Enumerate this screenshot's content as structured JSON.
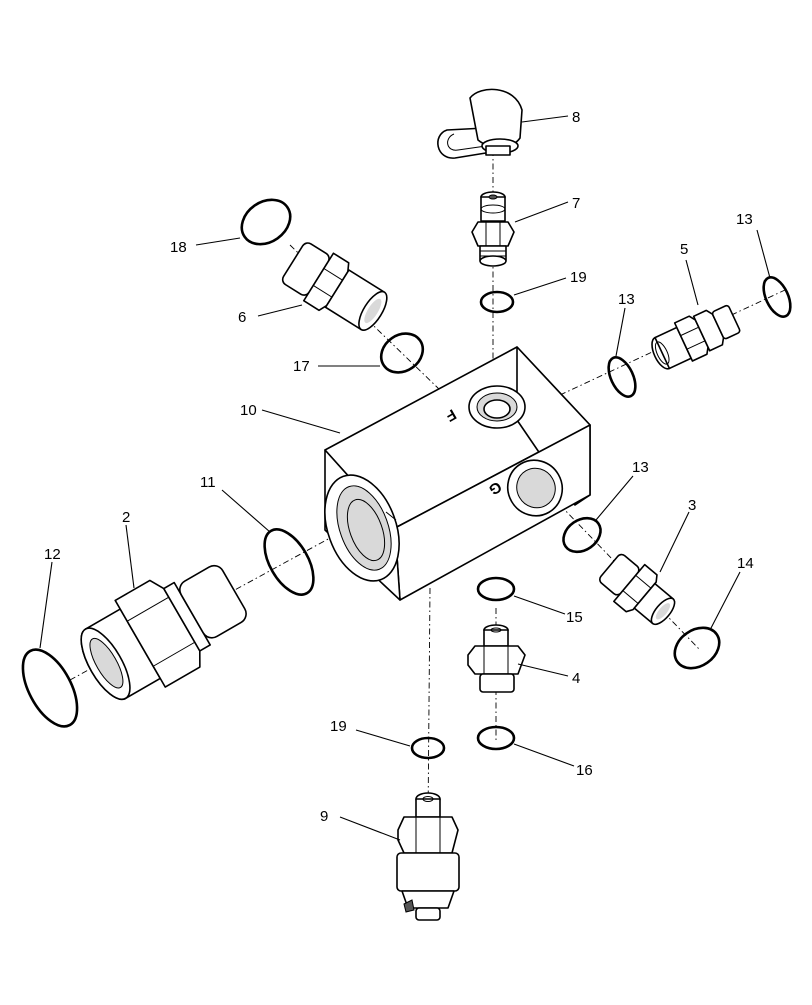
{
  "diagram": {
    "port_letters": {
      "top": "F",
      "front": "G"
    },
    "callouts": [
      {
        "id": "c8",
        "text": "8"
      },
      {
        "id": "c7",
        "text": "7"
      },
      {
        "id": "c18",
        "text": "18"
      },
      {
        "id": "c13a",
        "text": "13"
      },
      {
        "id": "c5",
        "text": "5"
      },
      {
        "id": "c19a",
        "text": "19"
      },
      {
        "id": "c6",
        "text": "6"
      },
      {
        "id": "c13b",
        "text": "13"
      },
      {
        "id": "c17",
        "text": "17"
      },
      {
        "id": "c10",
        "text": "10"
      },
      {
        "id": "c13c",
        "text": "13"
      },
      {
        "id": "c11",
        "text": "11"
      },
      {
        "id": "c3",
        "text": "3"
      },
      {
        "id": "c2",
        "text": "2"
      },
      {
        "id": "c12",
        "text": "12"
      },
      {
        "id": "c14",
        "text": "14"
      },
      {
        "id": "c15",
        "text": "15"
      },
      {
        "id": "c4",
        "text": "4"
      },
      {
        "id": "c19b",
        "text": "19"
      },
      {
        "id": "c16",
        "text": "16"
      },
      {
        "id": "c9",
        "text": "9"
      }
    ]
  }
}
